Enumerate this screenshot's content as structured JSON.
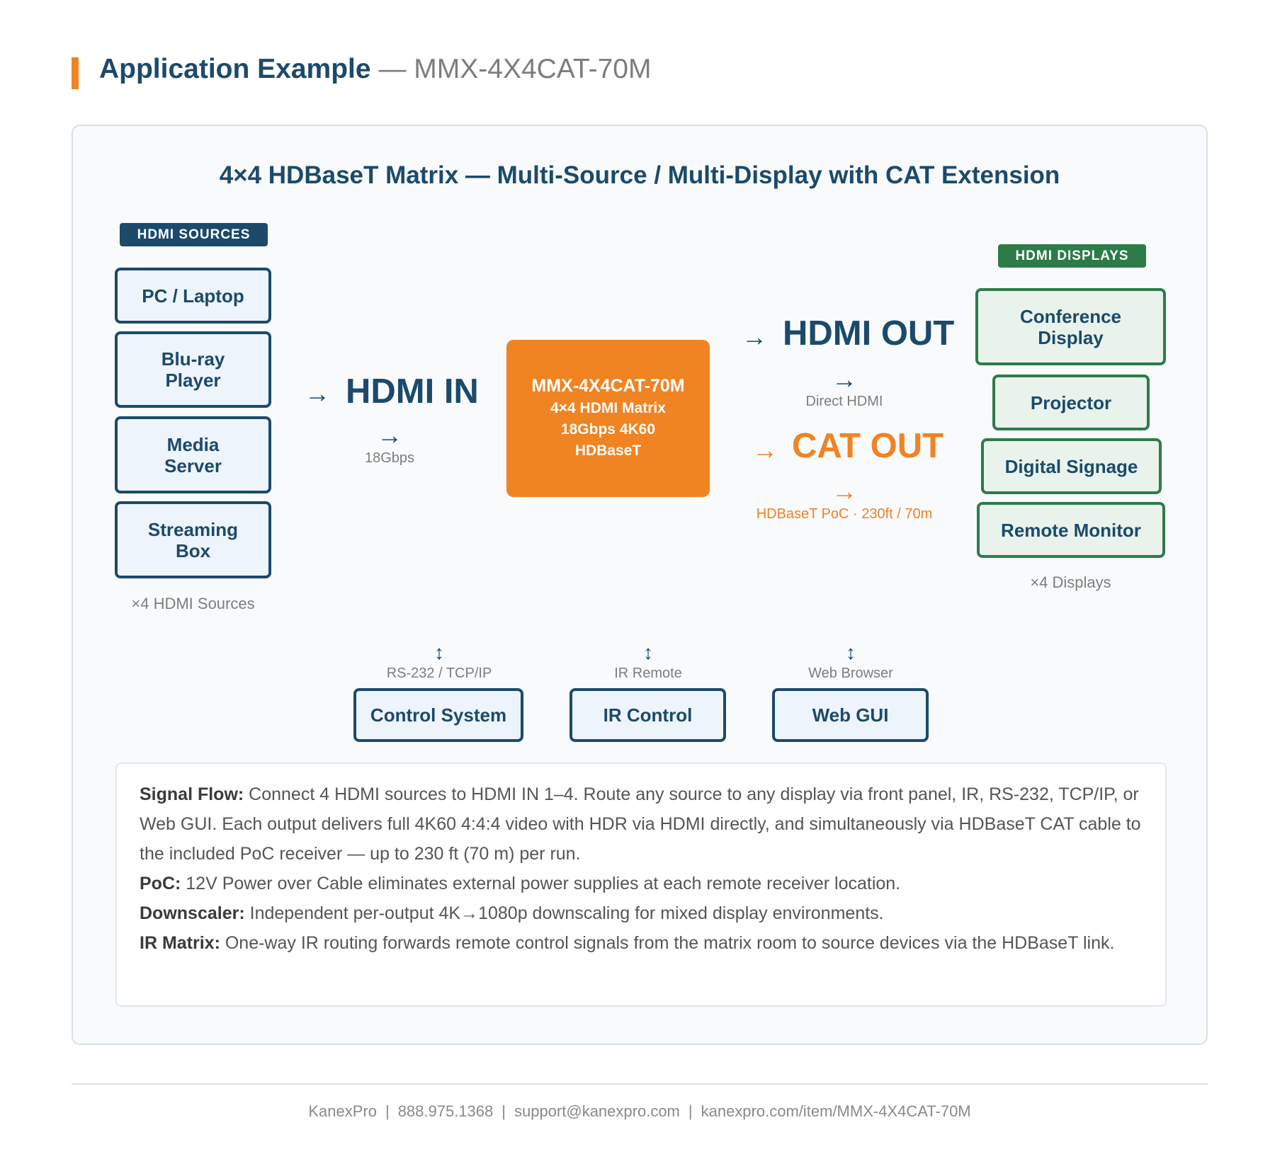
{
  "header": {
    "title": "Application Example",
    "separator": "—",
    "model": "MMX-4X4CAT-70M"
  },
  "diagram": {
    "title": "4×4 HDBaseT Matrix — Multi-Source / Multi-Display with CAT Extension",
    "sources": {
      "tag": "HDMI SOURCES",
      "items": [
        "PC / Laptop",
        "Blu-ray Player",
        "Media Server",
        "Streaming Box"
      ],
      "note": "×4 HDMI Sources"
    },
    "displays": {
      "tag": "HDMI DISPLAYS",
      "items": [
        "Conference Display",
        "Projector",
        "Digital Signage",
        "Remote Monitor"
      ],
      "note": "×4 Displays"
    },
    "matrix": {
      "model": "MMX-4X4CAT-70M",
      "subtitle": "4×4 HDMI Matrix 18Gbps 4K60 HDBaseT"
    },
    "connections": {
      "arrow": "→",
      "hdmi_in": {
        "label": "HDMI IN",
        "sub": "18Gbps"
      },
      "hdmi_out": {
        "label": "HDMI OUT",
        "sub": "Direct HDMI"
      },
      "cat_out": {
        "label": "CAT OUT",
        "sub": "HDBaseT PoC · 230ft / 70m"
      }
    },
    "control": {
      "arrow": "↕",
      "items": [
        {
          "sub": "RS-232 / TCP/IP",
          "label": "Control System"
        },
        {
          "sub": "IR Remote",
          "label": "IR Control"
        },
        {
          "sub": "Web Browser",
          "label": "Web GUI"
        }
      ]
    }
  },
  "notes": [
    {
      "label": "Signal Flow:",
      "text": " Connect 4 HDMI sources to HDMI IN 1–4. Route any source to any display via front panel, IR, RS-232, TCP/IP, or Web GUI. Each output delivers full 4K60 4:4:4 video with HDR via HDMI directly, and simultaneously via HDBaseT CAT cable to the included PoC receiver — up to 230 ft (70 m) per run."
    },
    {
      "label": "PoC:",
      "text": " 12V Power over Cable eliminates external power supplies at each remote receiver location."
    },
    {
      "label": "Downscaler:",
      "text": " Independent per-output 4K→1080p downscaling for mixed display environments."
    },
    {
      "label": "IR Matrix:",
      "text": " One-way IR routing forwards remote control signals from the matrix room to source devices via the HDBaseT link."
    }
  ],
  "footer": {
    "separator": "|",
    "items": [
      "KanexPro",
      "888.975.1368",
      "support@kanexpro.com",
      "kanexpro.com/item/MMX-4X4CAT-70M"
    ]
  },
  "colors": {
    "navy": "#1b4a6b",
    "orange": "#f08322",
    "green": "#2e7b4a"
  }
}
